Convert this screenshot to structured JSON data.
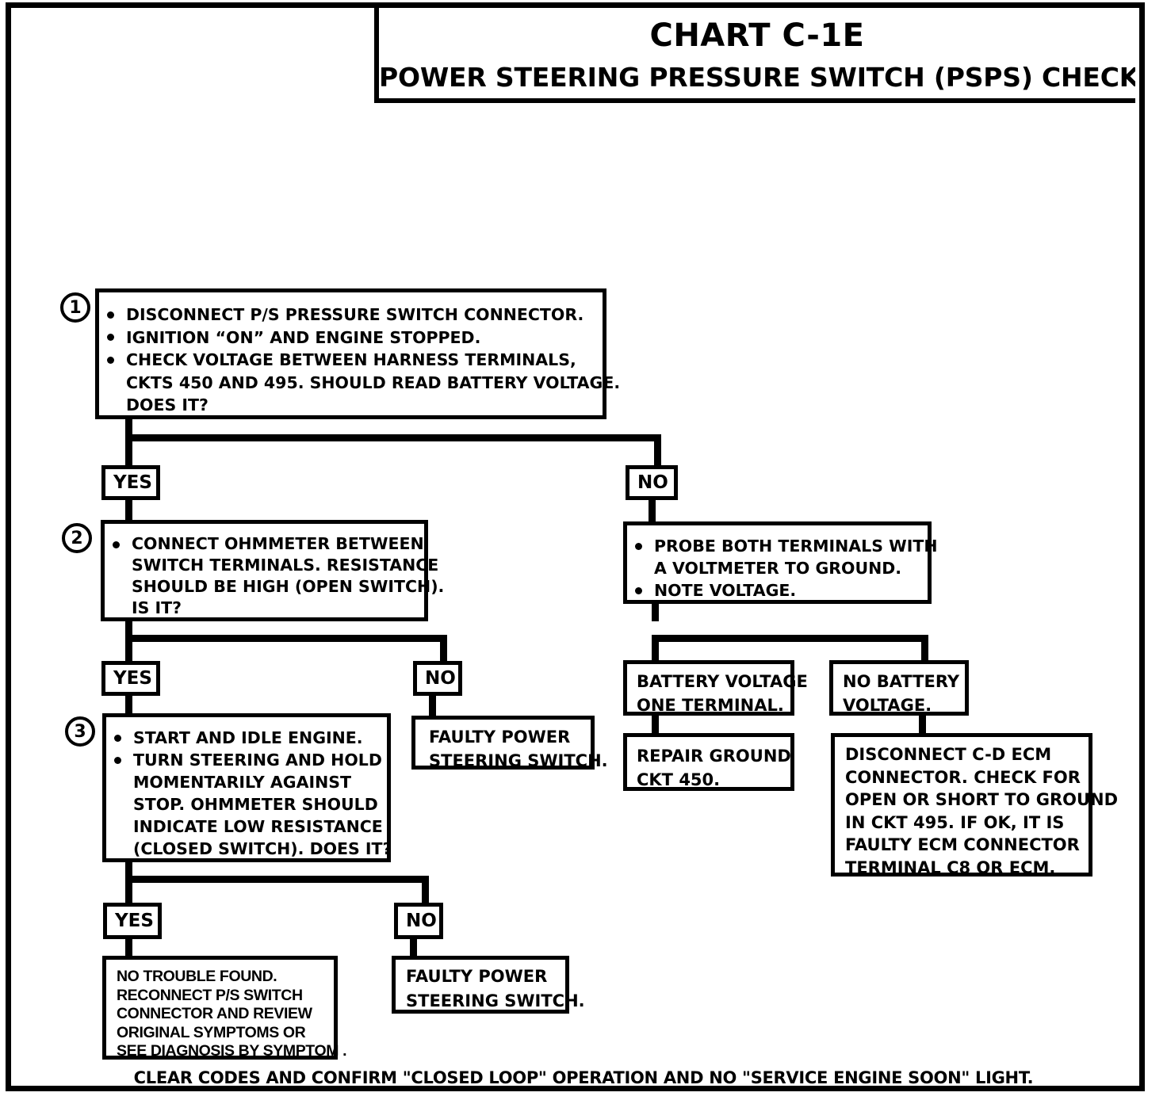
{
  "title": {
    "line1": "CHART C-1E",
    "line2": "POWER STEERING PRESSURE SWITCH (PSPS) CHECK"
  },
  "labels": {
    "yes": "YES",
    "no": "NO"
  },
  "steps": {
    "one": {
      "number": "1",
      "bullets": [
        [
          "DISCONNECT P/S PRESSURE SWITCH CONNECTOR."
        ],
        [
          "IGNITION “ON” AND ENGINE STOPPED."
        ],
        [
          "CHECK VOLTAGE BETWEEN HARNESS TERMINALS,",
          "CKTS 450 AND 495.  SHOULD READ BATTERY VOLTAGE.",
          "DOES IT?"
        ]
      ]
    },
    "two": {
      "number": "2",
      "bullets": [
        [
          "CONNECT OHMMETER BETWEEN",
          "SWITCH TERMINALS. RESISTANCE",
          "SHOULD BE HIGH (OPEN SWITCH).",
          "IS IT?"
        ]
      ]
    },
    "three": {
      "number": "3",
      "bullets": [
        [
          "START AND IDLE ENGINE."
        ],
        [
          "TURN STEERING AND HOLD",
          "MOMENTARILY AGAINST",
          "STOP.  OHMMETER SHOULD",
          "INDICATE LOW RESISTANCE",
          "(CLOSED SWITCH).  DOES IT?"
        ]
      ]
    }
  },
  "outcomes": {
    "probe": [
      [
        "PROBE BOTH TERMINALS WITH",
        "A VOLTMETER TO GROUND."
      ],
      [
        "NOTE VOLTAGE."
      ]
    ],
    "faulty_switch_2": [
      "FAULTY POWER",
      "STEERING SWITCH."
    ],
    "faulty_switch_3": [
      "FAULTY POWER",
      "STEERING SWITCH."
    ],
    "battery_voltage_one_terminal": [
      "BATTERY VOLTAGE",
      "ONE TERMINAL."
    ],
    "repair_ground": [
      "REPAIR GROUND",
      "CKT 450."
    ],
    "no_battery_voltage": [
      "NO BATTERY",
      "VOLTAGE."
    ],
    "disconnect_ecm": [
      "DISCONNECT C-D ECM",
      "CONNECTOR. CHECK FOR",
      "OPEN OR SHORT TO GROUND",
      "IN CKT 495.  IF OK, IT IS",
      "FAULTY ECM CONNECTOR",
      "TERMINAL C8 OR ECM."
    ],
    "no_trouble_found": [
      "NO TROUBLE FOUND.",
      "RECONNECT P/S SWITCH",
      "CONNECTOR AND REVIEW",
      "ORIGINAL SYMPTOMS OR",
      "SEE DIAGNOSIS BY SYMPTOM ."
    ]
  },
  "footer": {
    "text": "CLEAR CODES AND CONFIRM  \"CLOSED LOOP\" OPERATION AND NO \"SERVICE  ENGINE SOON\" LIGHT."
  },
  "colors": {
    "ink": "#000000",
    "paper": "#ffffff"
  }
}
